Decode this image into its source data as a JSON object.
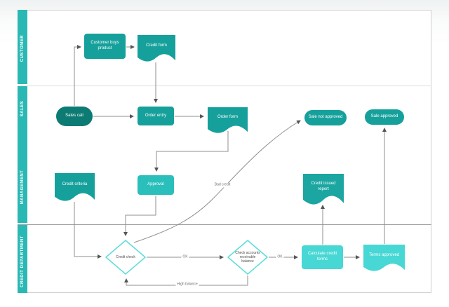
{
  "lanes": [
    {
      "label": "CUSTOMER"
    },
    {
      "label": "SALES"
    },
    {
      "label": "MANAGEMENT"
    },
    {
      "label": "CREDIT DEPARTMENT"
    }
  ],
  "nodes": {
    "customer_buys_product": {
      "label": "Customer buys product",
      "type": "process"
    },
    "credit_form": {
      "label": "Credit form",
      "type": "document"
    },
    "sales_call": {
      "label": "Sales call",
      "type": "terminator"
    },
    "order_entry": {
      "label": "Order entry",
      "type": "process"
    },
    "order_form": {
      "label": "Order form",
      "type": "document"
    },
    "sale_not_approved": {
      "label": "Sale not approved",
      "type": "terminator"
    },
    "sale_approved": {
      "label": "Sale approved",
      "type": "terminator"
    },
    "credit_criteria": {
      "label": "Credit criteria",
      "type": "document"
    },
    "approval": {
      "label": "Approval",
      "type": "process"
    },
    "credit_issued_report": {
      "label": "Credit issued report",
      "type": "document"
    },
    "credit_check": {
      "label": "Credit check",
      "type": "decision"
    },
    "check_accounts": {
      "label": "Check accounts receivable balance",
      "type": "decision"
    },
    "calculate_credit_terms": {
      "label": "Calculate credit terms",
      "type": "process"
    },
    "terms_approved": {
      "label": "Terms approved",
      "type": "document"
    }
  },
  "edge_labels": {
    "bad_credit": "Bad credit",
    "ok_1": "OK",
    "ok_2": "OK",
    "high_balance": "High balance"
  },
  "colors": {
    "lane_bar": "#2ab8b4",
    "shape_teal": "#16a09b",
    "shape_dark_teal": "#0b7b73",
    "shape_light_teal": "#2abfbb",
    "shape_cyan": "#47d7d4",
    "decision_border": "#5cdeda",
    "connector": "#8f8f8f"
  }
}
